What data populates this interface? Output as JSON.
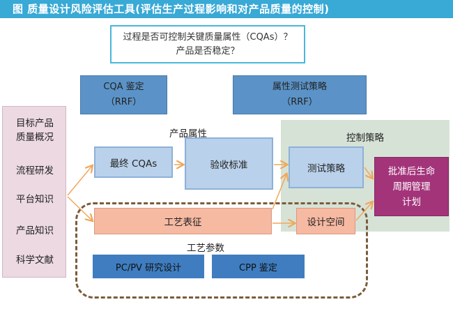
{
  "title": "图   质量设计风险评估工具(评估生产过程影响和对产品质量的控制)",
  "question": {
    "line1": "过程是否可控制关键质量属性（CQAs）？",
    "line2": "产品是否稳定？"
  },
  "rrf_box": {
    "line1": "CQA  鉴定",
    "line2": "（RRF）"
  },
  "attr_test_box": {
    "line1": "属性测试策略",
    "line2": "（RRF）"
  },
  "left_items": [
    "目标产品",
    "质量概况",
    "流程研发",
    "平台知识",
    "产品知识",
    "科学文献"
  ],
  "product_attr_label": "产品属性",
  "control_strategy_label": "控制策略",
  "final_cqas": "最终 CQAs",
  "acceptance": "验收标准",
  "test_strategy": "测试策略",
  "lifecycle": {
    "line1": "批准后生命",
    "line2": "周期管理",
    "line3": "计划"
  },
  "process_char": "工艺表征",
  "design_space": "设计空间",
  "process_params_label": "工艺参数",
  "pcpv": "PC/PV  研究设计",
  "cpp": "CPP  鉴定",
  "colors": {
    "title_bar": "#39a9d6",
    "arrow": "#f0a75a",
    "lifecycle": "#a3347a",
    "dashed_border": "#7a5c3c"
  }
}
